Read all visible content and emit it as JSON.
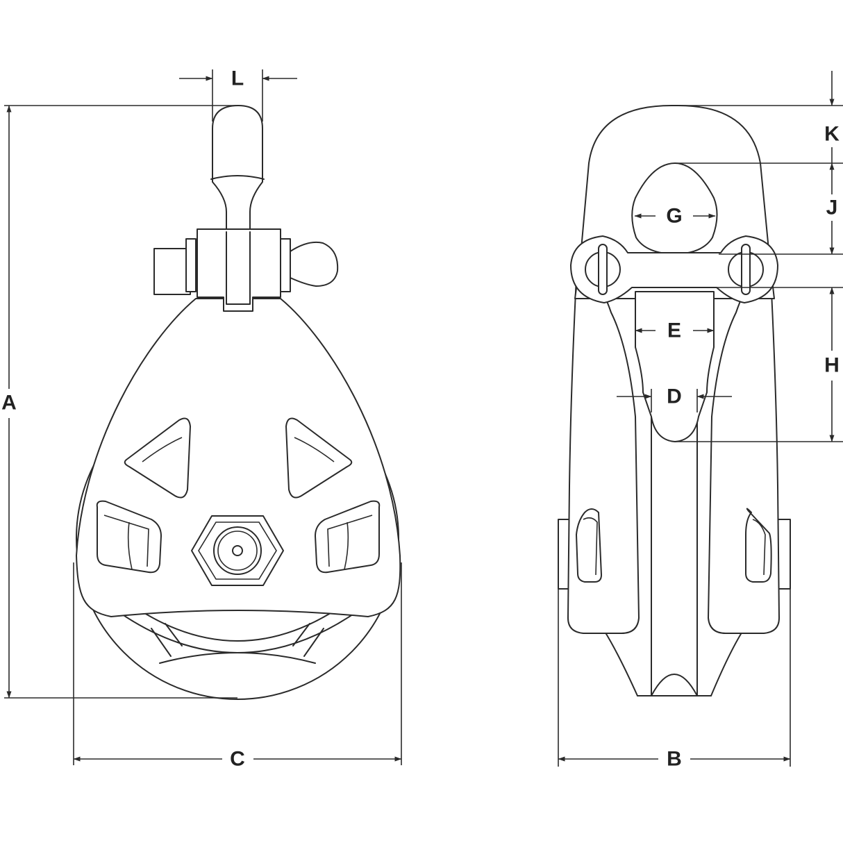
{
  "dimensions": {
    "A": "A",
    "B": "B",
    "C": "C",
    "D": "D",
    "E": "E",
    "G": "G",
    "H": "H",
    "J": "J",
    "K": "K",
    "L": "L"
  },
  "colors": {
    "line": "#2a2a2a",
    "label": "#222222",
    "background": "#ffffff"
  }
}
